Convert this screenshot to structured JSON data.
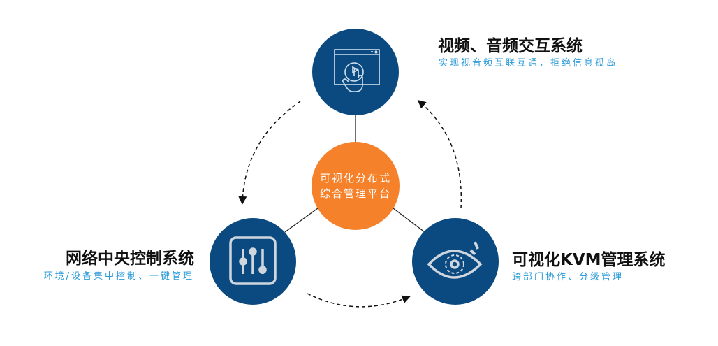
{
  "center": {
    "line1": "可视化分布式",
    "line2": "综合管理平台"
  },
  "nodes": [
    {
      "title": "视频、音频交互系统",
      "subtitle": "实现视音频互联互通，拒绝信息孤岛",
      "icon": "window-touch-play-icon"
    },
    {
      "title": "网络中央控制系统",
      "subtitle": "环境/设备集中控制、一键管理",
      "icon": "sliders-icon"
    },
    {
      "title": "可视化KVM管理系统",
      "subtitle": "跨部门协作、分级管理",
      "icon": "eye-icon"
    }
  ],
  "colors": {
    "blue": "#0b4a80",
    "orange": "#f5822a",
    "subtitle": "#2a9ad8"
  }
}
